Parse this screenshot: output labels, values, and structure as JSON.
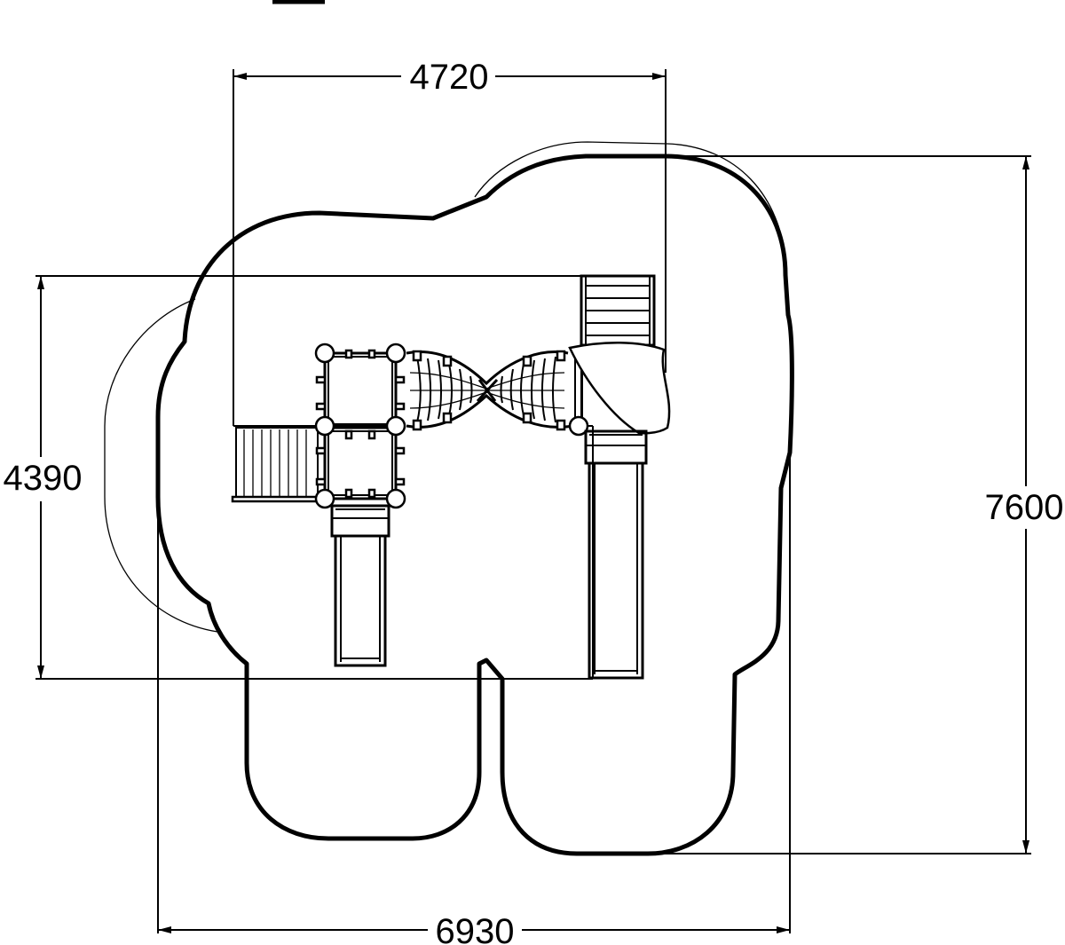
{
  "dimensions": {
    "top_width": "4720",
    "left_height": "4390",
    "right_height": "7600",
    "bottom_width": "6930"
  },
  "colors": {
    "line": "#000000",
    "background": "#ffffff"
  }
}
